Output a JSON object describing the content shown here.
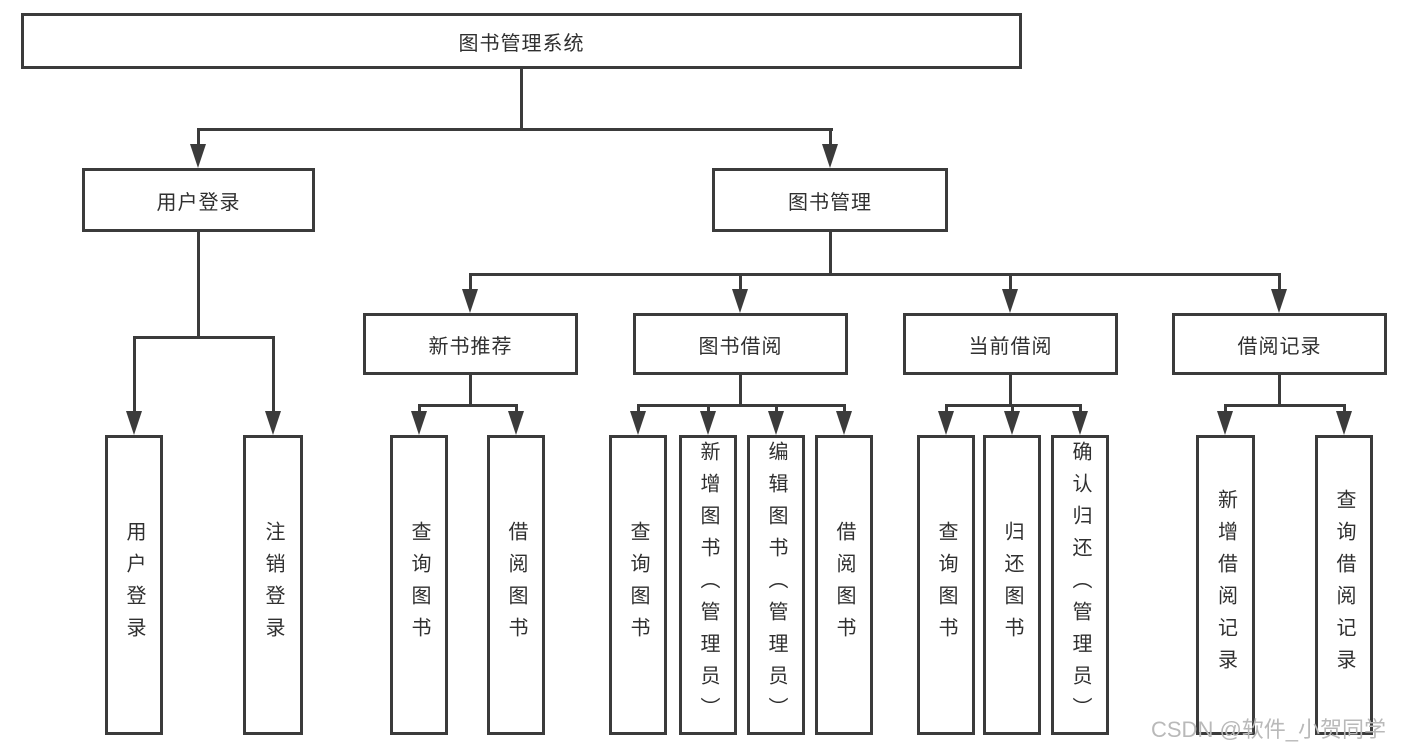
{
  "nodes": {
    "root": "图书管理系统",
    "level2": [
      "用户登录",
      "图书管理"
    ],
    "level3": [
      "新书推荐",
      "图书借阅",
      "当前借阅",
      "借阅记录"
    ],
    "user_login_children": [
      "用户登录",
      "注销登录"
    ],
    "new_book_children": [
      "查询图书",
      "借阅图书"
    ],
    "book_borrow_children": [
      "查询图书",
      "新增图书（管理员）",
      "编辑图书（管理员）",
      "借阅图书"
    ],
    "current_borrow_children": [
      "查询图书",
      "归还图书",
      "确认归还（管理员）"
    ],
    "borrow_record_children": [
      "新增借阅记录",
      "查询借阅记录"
    ]
  },
  "watermark": "CSDN @软件_小贺同学",
  "colors": {
    "line": "#3b3b3b",
    "text": "#303030",
    "background": "#ffffff",
    "watermark": "#b9b9b9"
  }
}
